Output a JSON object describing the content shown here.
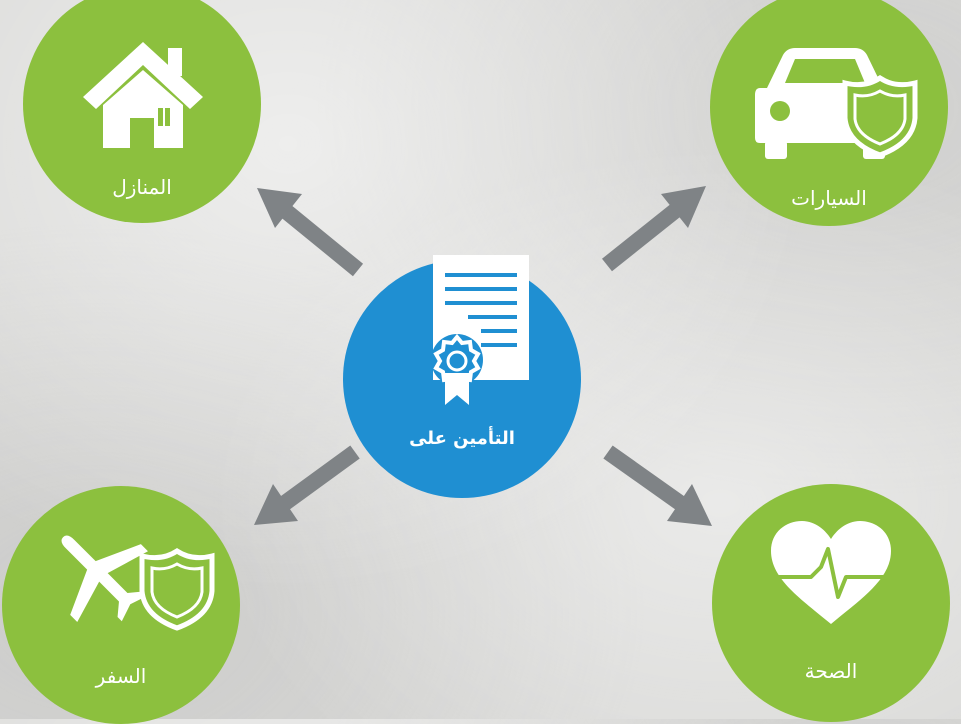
{
  "colors": {
    "green": "#8cc03e",
    "blue": "#1f8fd2",
    "arrow": "#7f8386",
    "icon": "#ffffff"
  },
  "center": {
    "label": "التأمين على",
    "icon": "certificate-icon"
  },
  "nodes": {
    "houses": {
      "label": "المنازل",
      "icon": "house-icon"
    },
    "cars": {
      "label": "السيارات",
      "icon": "car-shield-icon"
    },
    "travel": {
      "label": "السفر",
      "icon": "airplane-shield-icon"
    },
    "health": {
      "label": "الصحة",
      "icon": "heart-pulse-icon"
    }
  }
}
